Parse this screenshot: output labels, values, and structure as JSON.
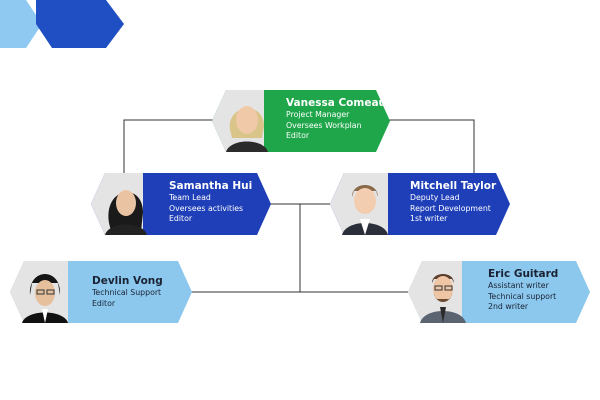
{
  "colors": {
    "green": "#1fa64a",
    "dark_blue": "#1e3fb8",
    "light_blue": "#8cc8ee",
    "deco_light": "#8fc8f0",
    "deco_dark": "#1f4fc2",
    "line": "#333333"
  },
  "nodes": {
    "vanessa": {
      "name": "Vanessa Comeau",
      "lines": [
        "Project Manager",
        "Oversees Workplan",
        "Editor"
      ]
    },
    "samantha": {
      "name": "Samantha Hui",
      "lines": [
        "Team Lead",
        "Oversees activities",
        "Editor"
      ]
    },
    "mitchell": {
      "name": "Mitchell Taylor",
      "lines": [
        "Deputy Lead",
        "Report Development",
        "1st writer"
      ]
    },
    "devlin": {
      "name": "Devlin Vong",
      "lines": [
        "Technical Support",
        "Editor"
      ]
    },
    "eric": {
      "name": "Eric Guitard",
      "lines": [
        "Assistant writer",
        "Technical support",
        "2nd writer"
      ]
    }
  }
}
